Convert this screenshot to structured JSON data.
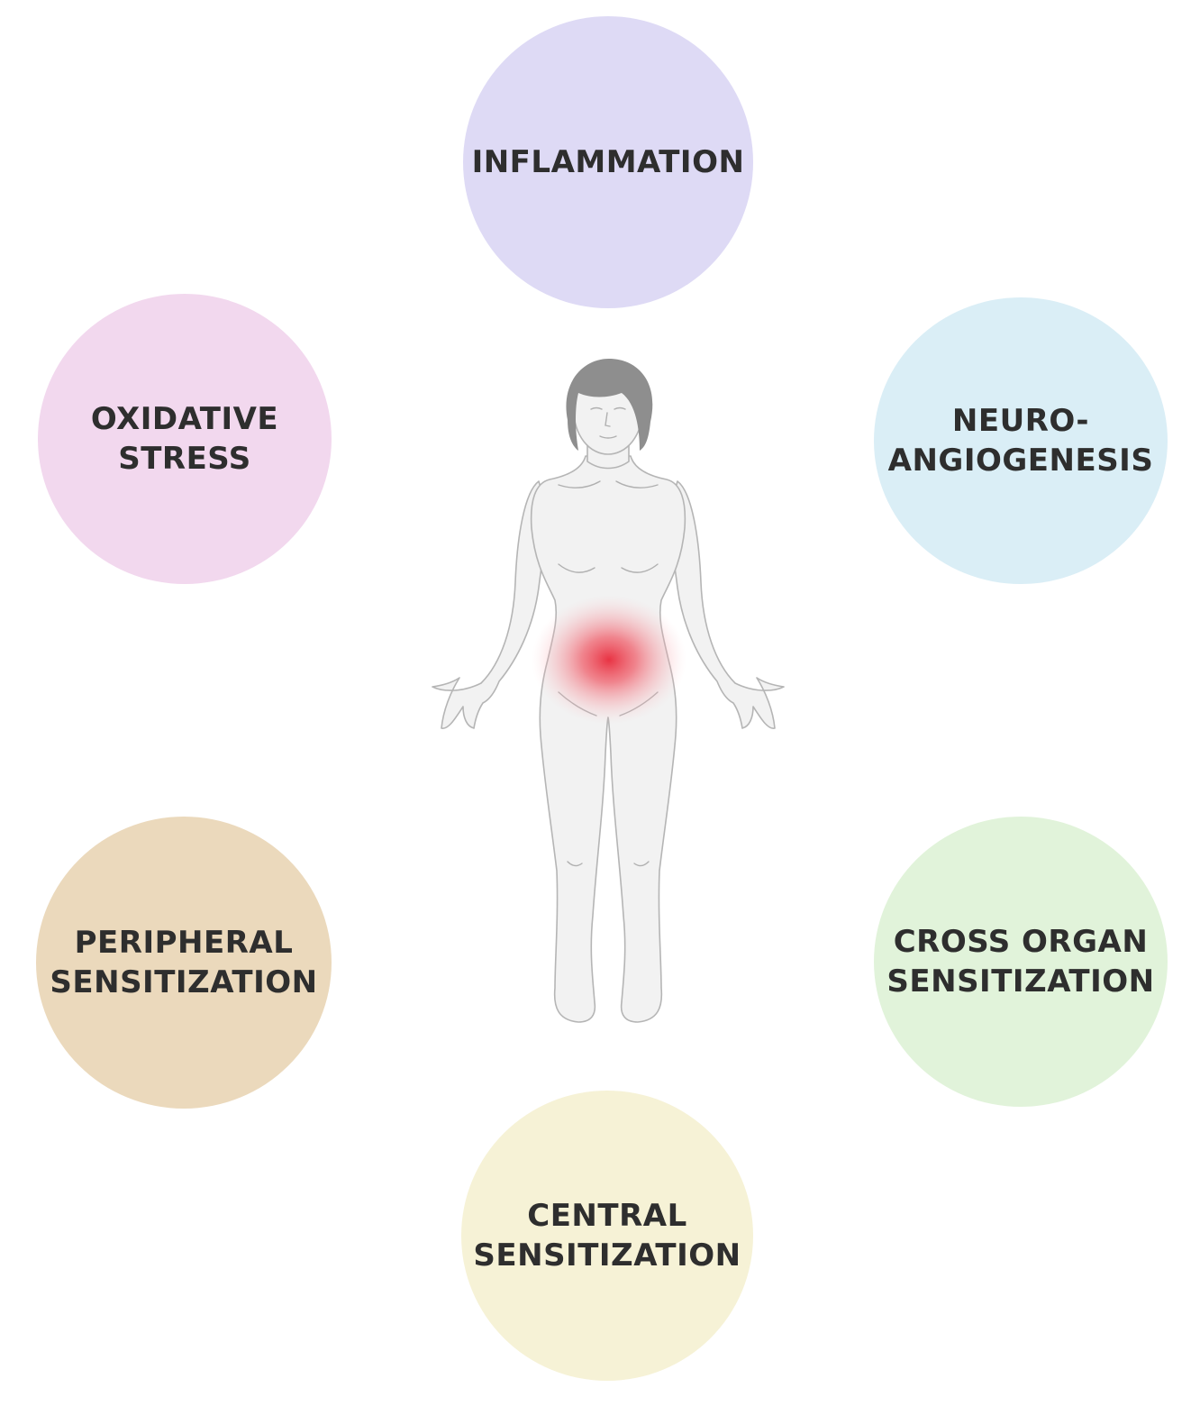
{
  "circles": [
    {
      "id": "inflammation",
      "lines": [
        "INFLAMMATION"
      ],
      "color": "#dedaf5"
    },
    {
      "id": "oxidative",
      "lines": [
        "OXIDATIVE",
        "STRESS"
      ],
      "color": "#f2d8ee"
    },
    {
      "id": "neuro",
      "lines": [
        "NEURO-",
        "ANGIOGENESIS"
      ],
      "color": "#daeef6"
    },
    {
      "id": "peripheral",
      "lines": [
        "PERIPHERAL",
        "SENSITIZATION"
      ],
      "color": "#ebd9bc"
    },
    {
      "id": "cross",
      "lines": [
        "CROSS ORGAN",
        "SENSITIZATION"
      ],
      "color": "#e1f3da"
    },
    {
      "id": "central",
      "lines": [
        "CENTRAL",
        "SENSITIZATION"
      ],
      "color": "#f6f2d6"
    }
  ],
  "figure": {
    "icon": "human-body-female-icon",
    "pain_color": "#e8293a",
    "skin_color": "#f2f2f2",
    "hair_color": "#8e8e8e"
  }
}
